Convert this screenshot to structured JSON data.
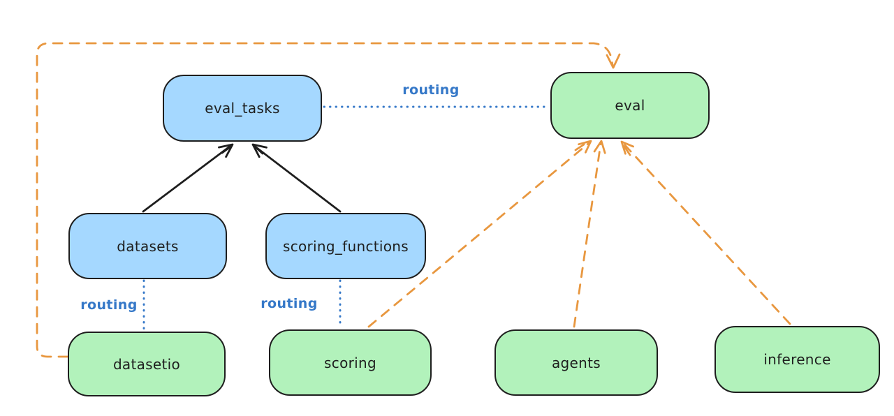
{
  "colors": {
    "background": "#ffffff",
    "ink": "#1e1e1e",
    "blue_fill": "#a5d8ff",
    "green_fill": "#b2f2bb",
    "blue_accent": "#3578c8",
    "orange_accent": "#e8973f"
  },
  "nodes": {
    "eval_tasks": {
      "label": "eval_tasks",
      "color": "blue"
    },
    "eval": {
      "label": "eval",
      "color": "green"
    },
    "datasets": {
      "label": "datasets",
      "color": "blue"
    },
    "scoring_functions": {
      "label": "scoring_functions",
      "color": "blue"
    },
    "datasetio": {
      "label": "datasetio",
      "color": "green"
    },
    "scoring": {
      "label": "scoring",
      "color": "green"
    },
    "agents": {
      "label": "agents",
      "color": "green"
    },
    "inference": {
      "label": "inference",
      "color": "green"
    }
  },
  "edges": [
    {
      "from": "datasets",
      "to": "eval_tasks",
      "style": "solid-arrow",
      "color": "black"
    },
    {
      "from": "scoring_functions",
      "to": "eval_tasks",
      "style": "solid-arrow",
      "color": "black"
    },
    {
      "from": "eval_tasks",
      "to": "eval",
      "style": "dotted",
      "color": "blue",
      "label": "routing"
    },
    {
      "from": "datasets",
      "to": "datasetio",
      "style": "dotted",
      "color": "blue",
      "label": "routing"
    },
    {
      "from": "scoring_functions",
      "to": "scoring",
      "style": "dotted",
      "color": "blue",
      "label": "routing"
    },
    {
      "from": "datasetio",
      "to": "eval",
      "style": "dashed-arrow",
      "color": "orange"
    },
    {
      "from": "scoring",
      "to": "eval",
      "style": "dashed-arrow",
      "color": "orange"
    },
    {
      "from": "agents",
      "to": "eval",
      "style": "dashed-arrow",
      "color": "orange"
    },
    {
      "from": "inference",
      "to": "eval",
      "style": "dashed-arrow",
      "color": "orange"
    }
  ]
}
